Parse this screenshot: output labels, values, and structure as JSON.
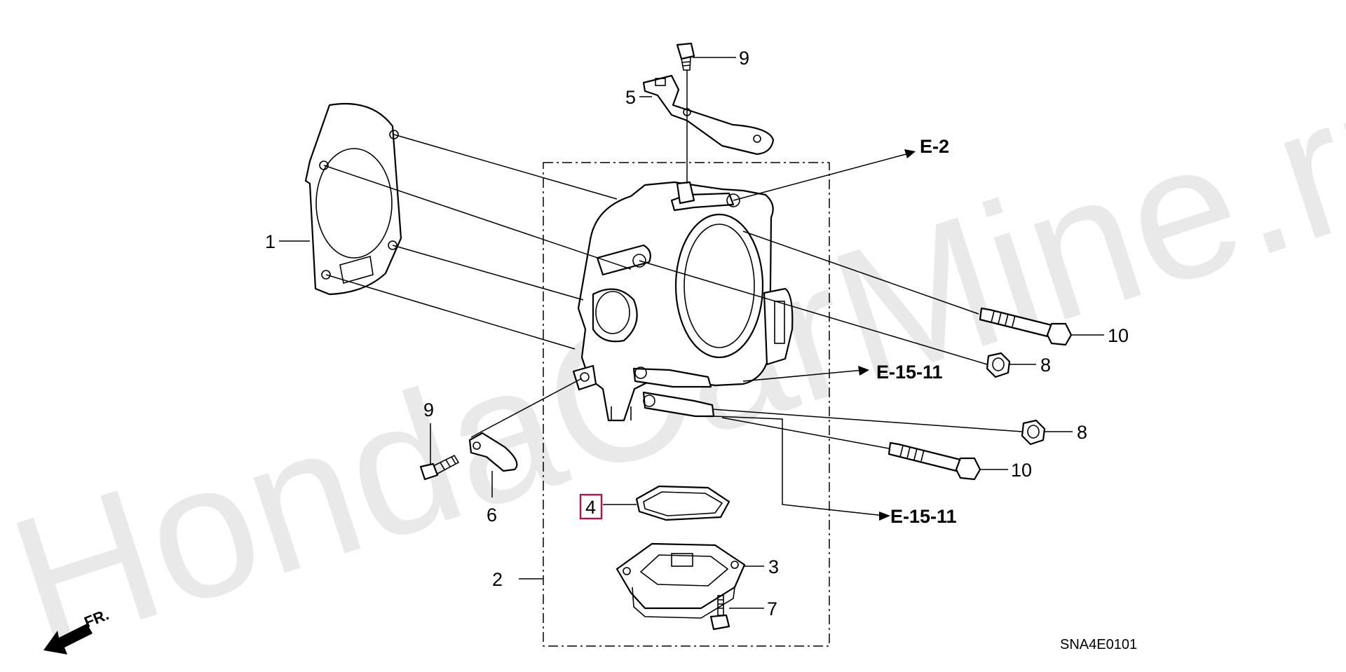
{
  "watermark": "HondaCarMine.ru",
  "diagram_code": "SNA4E0101",
  "direction_label": "FR.",
  "callouts": {
    "c1": "1",
    "c2": "2",
    "c3": "3",
    "c4": "4",
    "c5": "5",
    "c6": "6",
    "c7": "7",
    "c8a": "8",
    "c8b": "8",
    "c9a": "9",
    "c9b": "9",
    "c10a": "10",
    "c10b": "10"
  },
  "references": {
    "e2": "E-2",
    "e1511a": "E-15-11",
    "e1511b": "E-15-11"
  },
  "highlight_color": "#b0144a"
}
